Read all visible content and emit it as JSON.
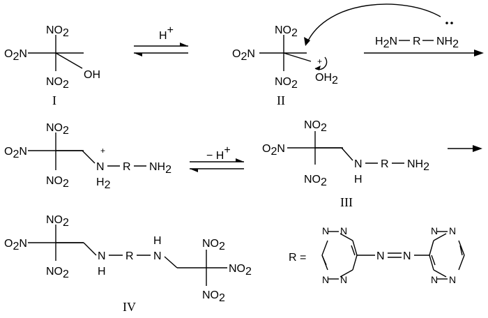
{
  "labels": {
    "compound_1": "I",
    "compound_2": "II",
    "compound_3": "III",
    "compound_4": "IV"
  },
  "groups": {
    "no2": "NO",
    "o2n": "O",
    "two": "2",
    "n": "N",
    "oh": "OH",
    "oh2_o": "OH",
    "nh2": "NH",
    "h2_h": "H",
    "h": "H",
    "r": "R",
    "plus": "+",
    "minus_h": "− H",
    "h_acid": "H",
    "h2n": "H",
    "r_def": "R ="
  }
}
